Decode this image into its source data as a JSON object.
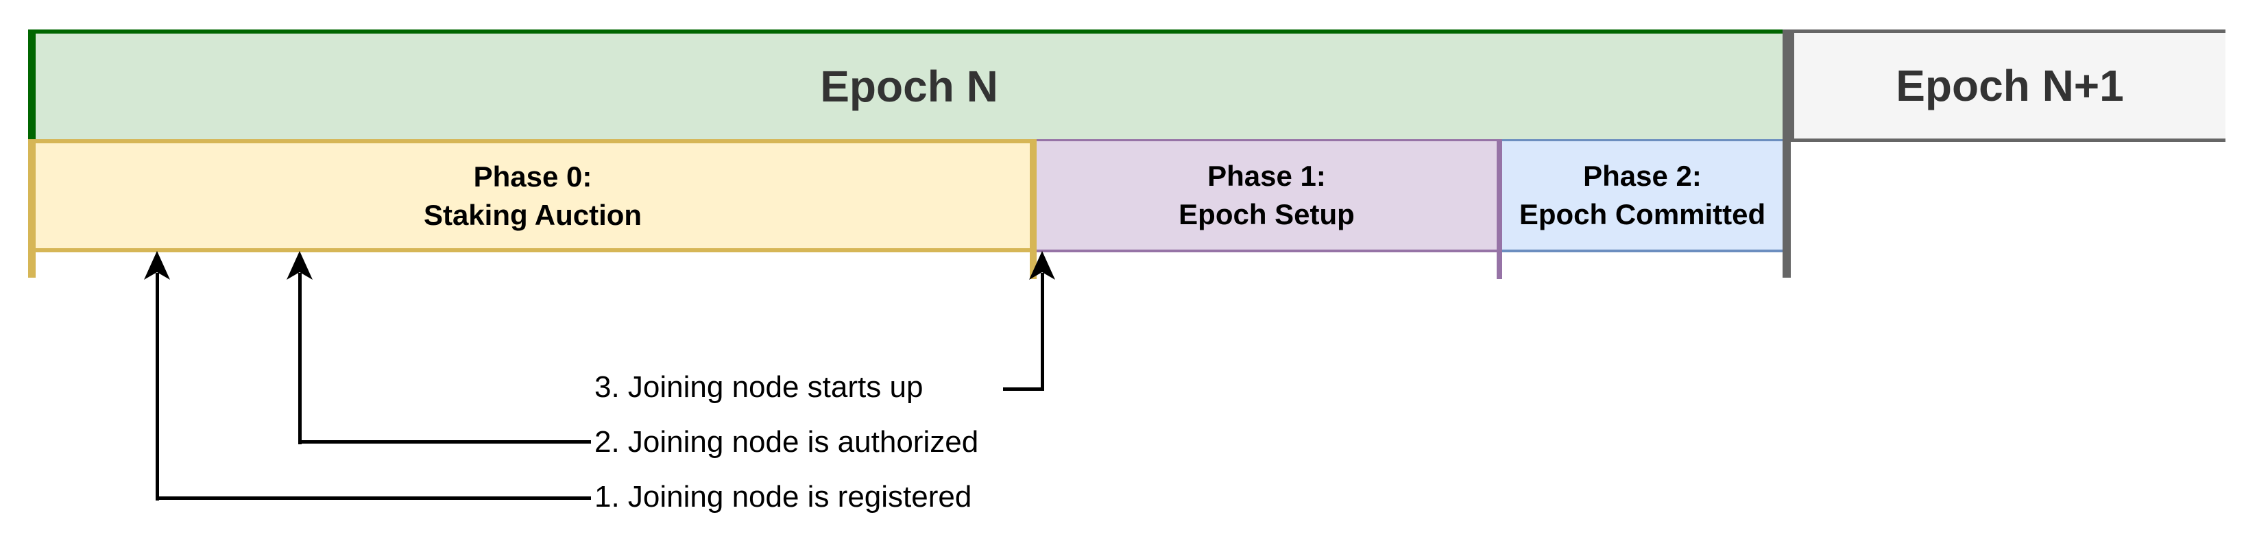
{
  "diagram": {
    "title_row": {
      "epochs": [
        {
          "id": "epoch-n",
          "label": "Epoch N",
          "fill": "#d5e8d4",
          "border": "#006600",
          "text_color": "#333333"
        },
        {
          "id": "epoch-n+1",
          "label": "Epoch N+1",
          "fill": "#f5f5f5",
          "border": "#666666",
          "text_color": "#333333"
        }
      ],
      "divider_color": "#666666"
    },
    "phases": [
      {
        "id": "phase-0",
        "line1": "Phase 0:",
        "line2": "Staking Auction",
        "fill": "#fff2cc",
        "border": "#d6b656"
      },
      {
        "id": "phase-1",
        "line1": "Phase 1:",
        "line2": "Epoch Setup",
        "fill": "#e1d5e7",
        "border": "#9673a6"
      },
      {
        "id": "phase-2",
        "line1": "Phase 2:",
        "line2": "Epoch Committed",
        "fill": "#dae8fc",
        "border": "#6c8ebf"
      }
    ],
    "annotations": [
      {
        "id": "note-1",
        "label": "1. Joining node is registered",
        "arrow_points_to": "start of Phase 0"
      },
      {
        "id": "note-2",
        "label": "2. Joining node is authorized",
        "arrow_points_to": "during Phase 0"
      },
      {
        "id": "note-3",
        "label": "3. Joining node starts up",
        "arrow_points_to": "start of Phase 1"
      }
    ],
    "arrow_color": "#000000"
  }
}
